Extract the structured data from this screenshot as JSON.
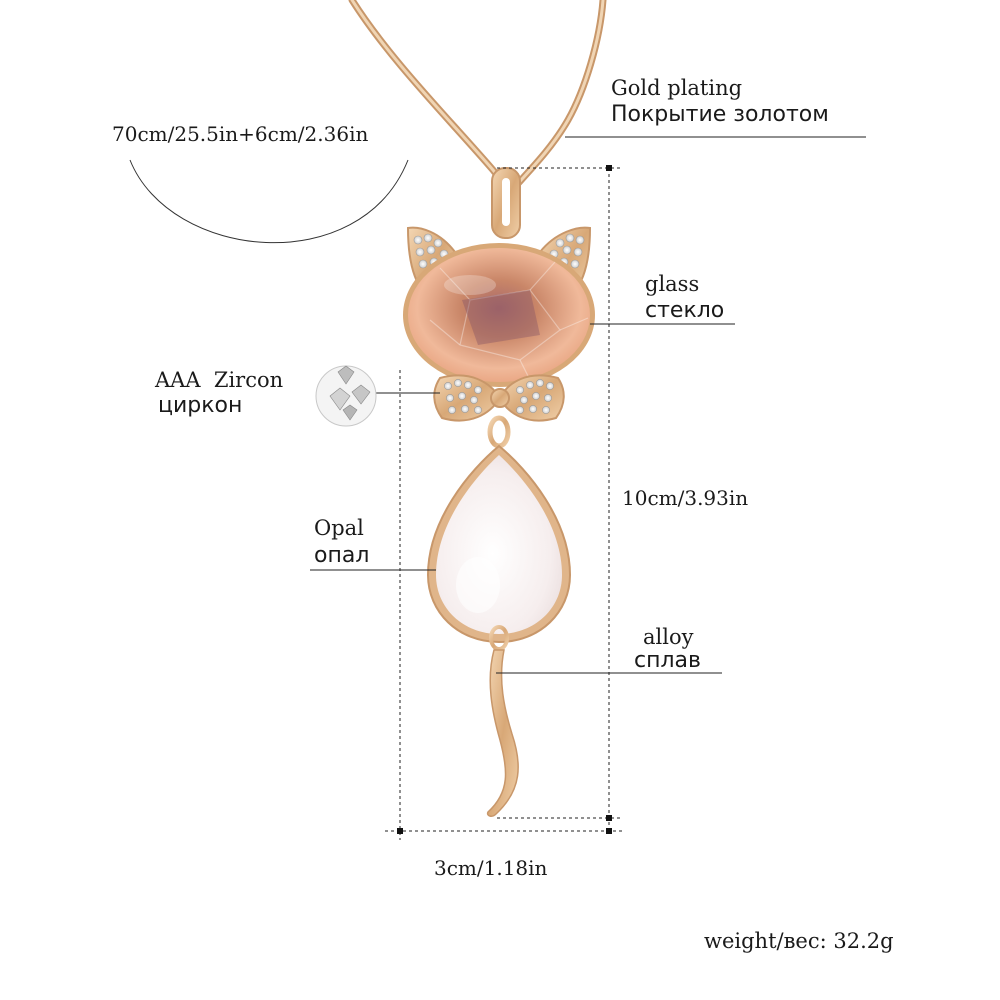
{
  "colors": {
    "background": "#ffffff",
    "gold": "#e2b98d",
    "crystal": "#d9956b",
    "opal": "#f6ecec",
    "line": "#222222"
  },
  "labels": {
    "chain_length": "70cm/25.5in+6cm/2.36in",
    "gold_plating_en": "Gold plating",
    "gold_plating_ru": "Покрытие золотом",
    "glass_en": "glass",
    "glass_ru": "стекло",
    "zircon_en": "AAA  Zircon",
    "zircon_ru": "циркон",
    "height": "10cm/3.93in",
    "opal_en": "Opal",
    "opal_ru": "опал",
    "alloy_en": "alloy",
    "alloy_ru": "сплав",
    "width": "3cm/1.18in",
    "weight": "weight/вес: 32.2g"
  }
}
